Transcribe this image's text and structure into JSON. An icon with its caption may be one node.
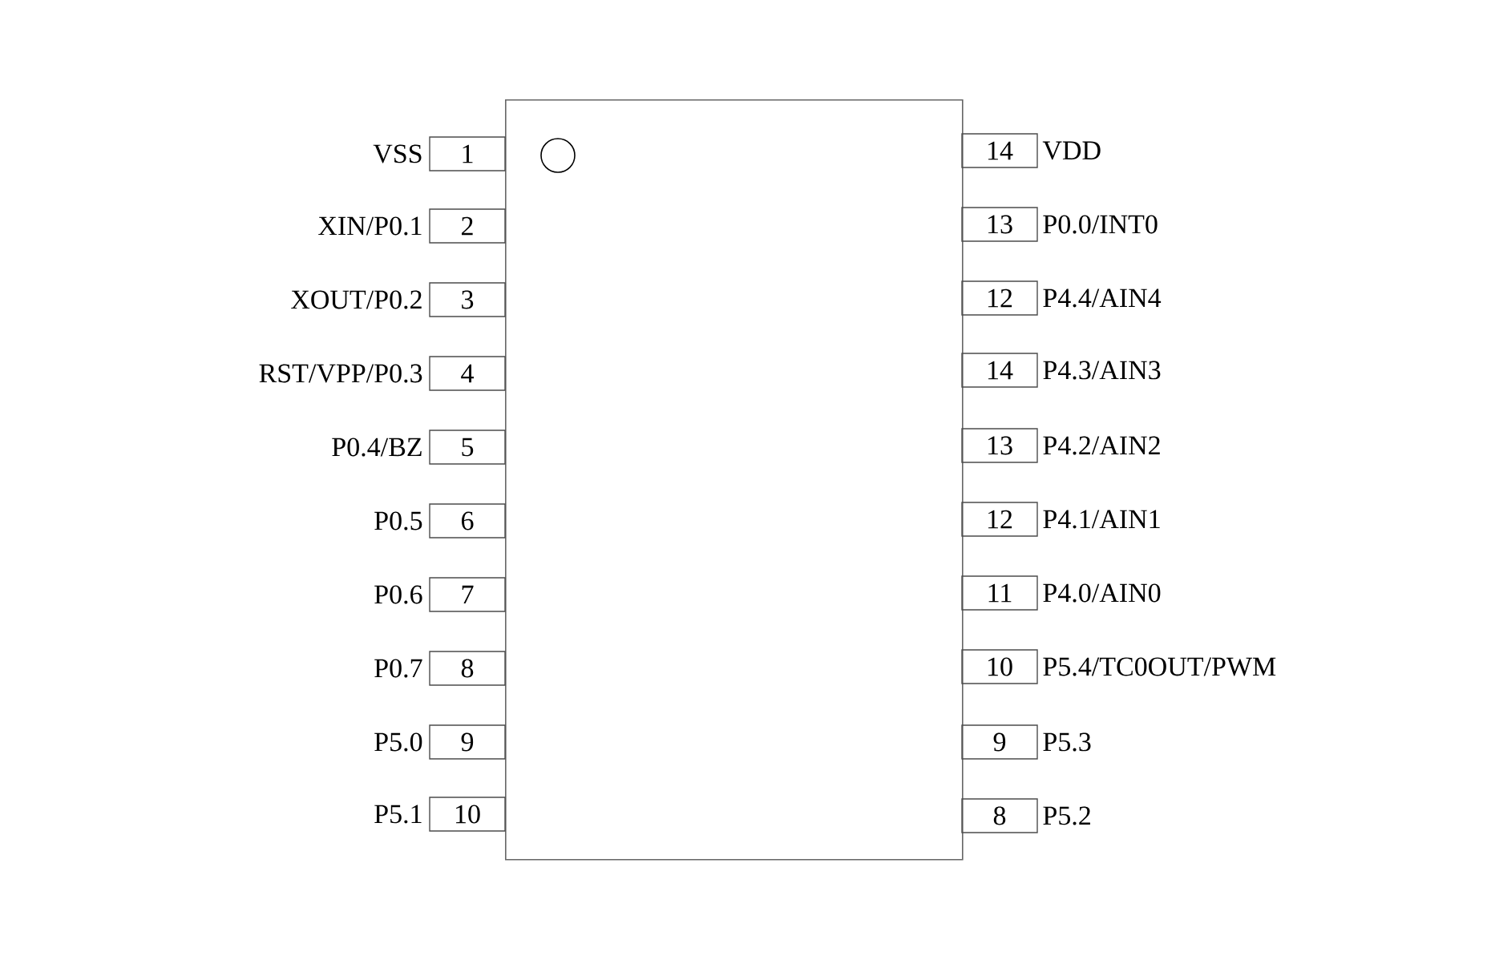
{
  "diagram": {
    "nodes": [
      {
        "text": [],
        "shape": "box"
      },
      {
        "text": [
          "1"
        ],
        "beside": [
          "VSS"
        ]
      },
      {
        "text": [
          "2"
        ],
        "beside": [
          "XIN/P0.1"
        ]
      },
      {
        "text": [
          "3"
        ],
        "beside": [
          "XOUT/P0.2"
        ]
      },
      {
        "text": [
          "4"
        ],
        "beside": [
          "RST/VPP/P0.3"
        ]
      },
      {
        "text": [
          "5"
        ],
        "beside": [
          "P0.4/BZ"
        ]
      },
      {
        "text": [
          "6"
        ],
        "beside": [
          "P0.5"
        ]
      },
      {
        "text": [
          "7"
        ],
        "beside": [
          "P0.6"
        ]
      },
      {
        "text": [
          "8"
        ],
        "beside": [
          "P0.7"
        ]
      },
      {
        "text": [
          "9"
        ],
        "beside": [
          "P5.0"
        ]
      },
      {
        "text": [
          "10"
        ],
        "beside": [
          "P5.1"
        ]
      },
      {
        "text": [
          "14"
        ],
        "beside": [
          "VDD"
        ]
      },
      {
        "text": [
          "13"
        ],
        "beside": [
          "P0.0/INT0"
        ]
      },
      {
        "text": [
          "12"
        ],
        "beside": [
          "P4.4/AIN4"
        ]
      },
      {
        "text": [
          "14"
        ],
        "beside": [
          "P4.3/AIN3"
        ]
      },
      {
        "text": [
          "13"
        ],
        "beside": [
          "P4.2/AIN2"
        ]
      },
      {
        "text": [
          "12"
        ],
        "beside": [
          "P4.1/AIN1"
        ]
      },
      {
        "text": [
          "11"
        ],
        "beside": [
          "P4.0/AIN0"
        ]
      },
      {
        "text": [
          "10"
        ],
        "beside": [
          "P5.4/TC0OUT/PWM"
        ]
      },
      {
        "text": [
          "9"
        ],
        "beside": [
          "P5.3"
        ]
      },
      {
        "text": [
          "8"
        ],
        "beside": [
          "P5.2"
        ]
      }
    ]
  }
}
